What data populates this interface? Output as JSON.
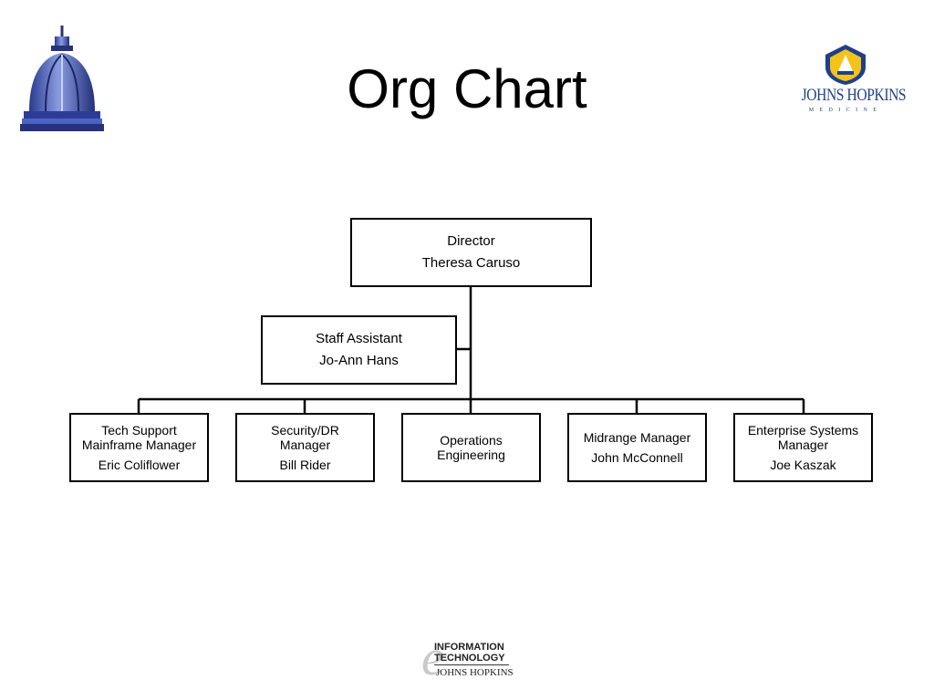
{
  "title": "Org Chart",
  "logos": {
    "top_left": "capitol-dome-icon",
    "top_right_wordmark": "JOHNS HOPKINS",
    "top_right_subtitle": "MEDICINE",
    "bottom_line1": "INFORMATION",
    "bottom_line2": "TECHNOLOGY",
    "bottom_line3": "JOHNS HOPKINS"
  },
  "colors": {
    "dome_blue": "#3f57b8",
    "dome_dark": "#26337a",
    "jh_blue": "#1f3f8a",
    "jh_gold": "#f2c31b",
    "line": "#000000"
  },
  "org": {
    "director": {
      "role": "Director",
      "name": "Theresa Caruso"
    },
    "staff_assistant": {
      "role": "Staff Assistant",
      "name": "Jo-Ann Hans"
    },
    "reports": [
      {
        "role_line1": "Tech Support",
        "role_line2": "Mainframe Manager",
        "name": "Eric Coliflower"
      },
      {
        "role_line1": "Security/DR",
        "role_line2": "Manager",
        "name": "Bill Rider"
      },
      {
        "role_line1": "Operations",
        "role_line2": "Engineering",
        "name": ""
      },
      {
        "role_line1": "Midrange Manager",
        "role_line2": "",
        "name": "John McConnell"
      },
      {
        "role_line1": "Enterprise Systems",
        "role_line2": "Manager",
        "name": "Joe Kaszak"
      }
    ]
  }
}
